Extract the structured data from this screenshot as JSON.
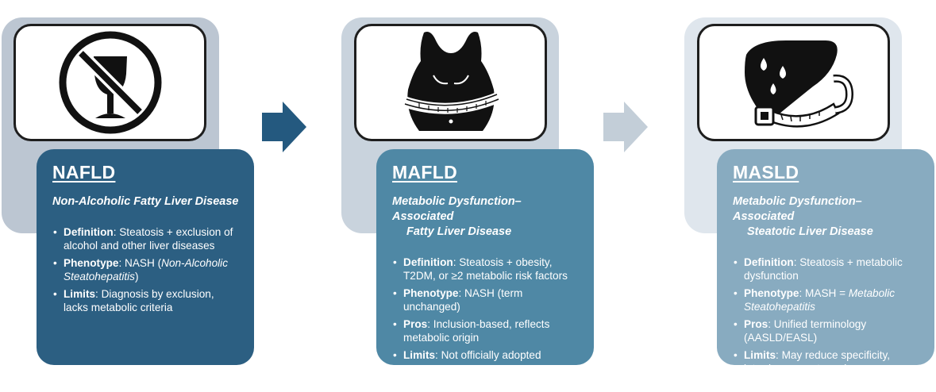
{
  "colors": {
    "nafld_card": "#2c5f82",
    "mafld_card": "#4f88a5",
    "masld_card": "#88abc0",
    "arrow_1": "#24597f",
    "arrow_2": "#c3ced8",
    "backplate_1": "#bcc6d2",
    "backplate_2": "#c9d3dd",
    "backplate_3": "#dfe6ed"
  },
  "panels": [
    {
      "id": "nafld",
      "icon": "no-alcohol-icon",
      "title": "NAFLD",
      "subtitle": [
        "Non-Alcoholic Fatty Liver Disease"
      ],
      "bullets": [
        {
          "label": "Definition",
          "text": ": Steatosis + exclusion of alcohol and other liver diseases",
          "italic": "",
          "after": ""
        },
        {
          "label": "Phenotype",
          "text": ": NASH (",
          "italic": "Non-Alcoholic Steatohepatitis",
          "after": ")"
        },
        {
          "label": "Limits",
          "text": ": Diagnosis by exclusion, lacks metabolic criteria",
          "italic": "",
          "after": ""
        }
      ]
    },
    {
      "id": "mafld",
      "icon": "obesity-waist-measure-icon",
      "title": "MAFLD",
      "subtitle": [
        "Metabolic Dysfunction–Associated",
        "Fatty Liver Disease"
      ],
      "bullets": [
        {
          "label": "Definition",
          "text": ": Steatosis + obesity, T2DM, or ≥2 metabolic risk factors",
          "italic": "",
          "after": ""
        },
        {
          "label": "Phenotype",
          "text": ": NASH (term unchanged)",
          "italic": "",
          "after": ""
        },
        {
          "label": "Pros",
          "text": ": Inclusion-based, reflects metabolic origin",
          "italic": "",
          "after": ""
        },
        {
          "label": "Limits",
          "text": ": Not officially adopted",
          "italic": "",
          "after": ""
        }
      ]
    },
    {
      "id": "masld",
      "icon": "liver-droplets-tape-icon",
      "title": "MASLD",
      "subtitle": [
        "Metabolic Dysfunction–Associated",
        "Steatotic Liver Disease"
      ],
      "bullets": [
        {
          "label": "Definition",
          "text": ": Steatosis + metabolic dysfunction",
          "italic": "",
          "after": ""
        },
        {
          "label": "Phenotype",
          "text": ": MASH = ",
          "italic": "Metabolic Steatohepatitis",
          "after": ""
        },
        {
          "label": "Pros",
          "text": ": Unified terminology (AASLD/EASL)",
          "italic": "",
          "after": ""
        },
        {
          "label": "Limits",
          "text": ": May reduce specificity, introduces cryptogenic group",
          "italic": "",
          "after": ""
        }
      ]
    }
  ]
}
